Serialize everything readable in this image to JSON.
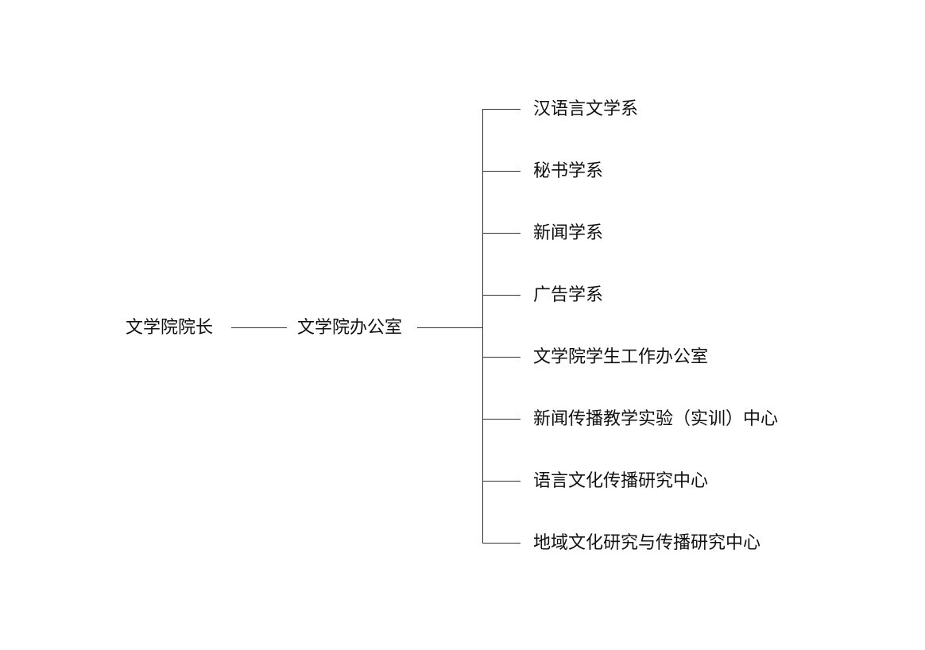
{
  "root": {
    "label": "文学院院长"
  },
  "office": {
    "label": "文学院办公室"
  },
  "units": [
    {
      "label": "汉语言文学系"
    },
    {
      "label": "秘书学系"
    },
    {
      "label": "新闻学系"
    },
    {
      "label": "广告学系"
    },
    {
      "label": "文学院学生工作办公室"
    },
    {
      "label": "新闻传播教学实验（实训）中心"
    },
    {
      "label": "语言文化传播研究中心"
    },
    {
      "label": "地域文化研究与传播研究中心"
    }
  ]
}
